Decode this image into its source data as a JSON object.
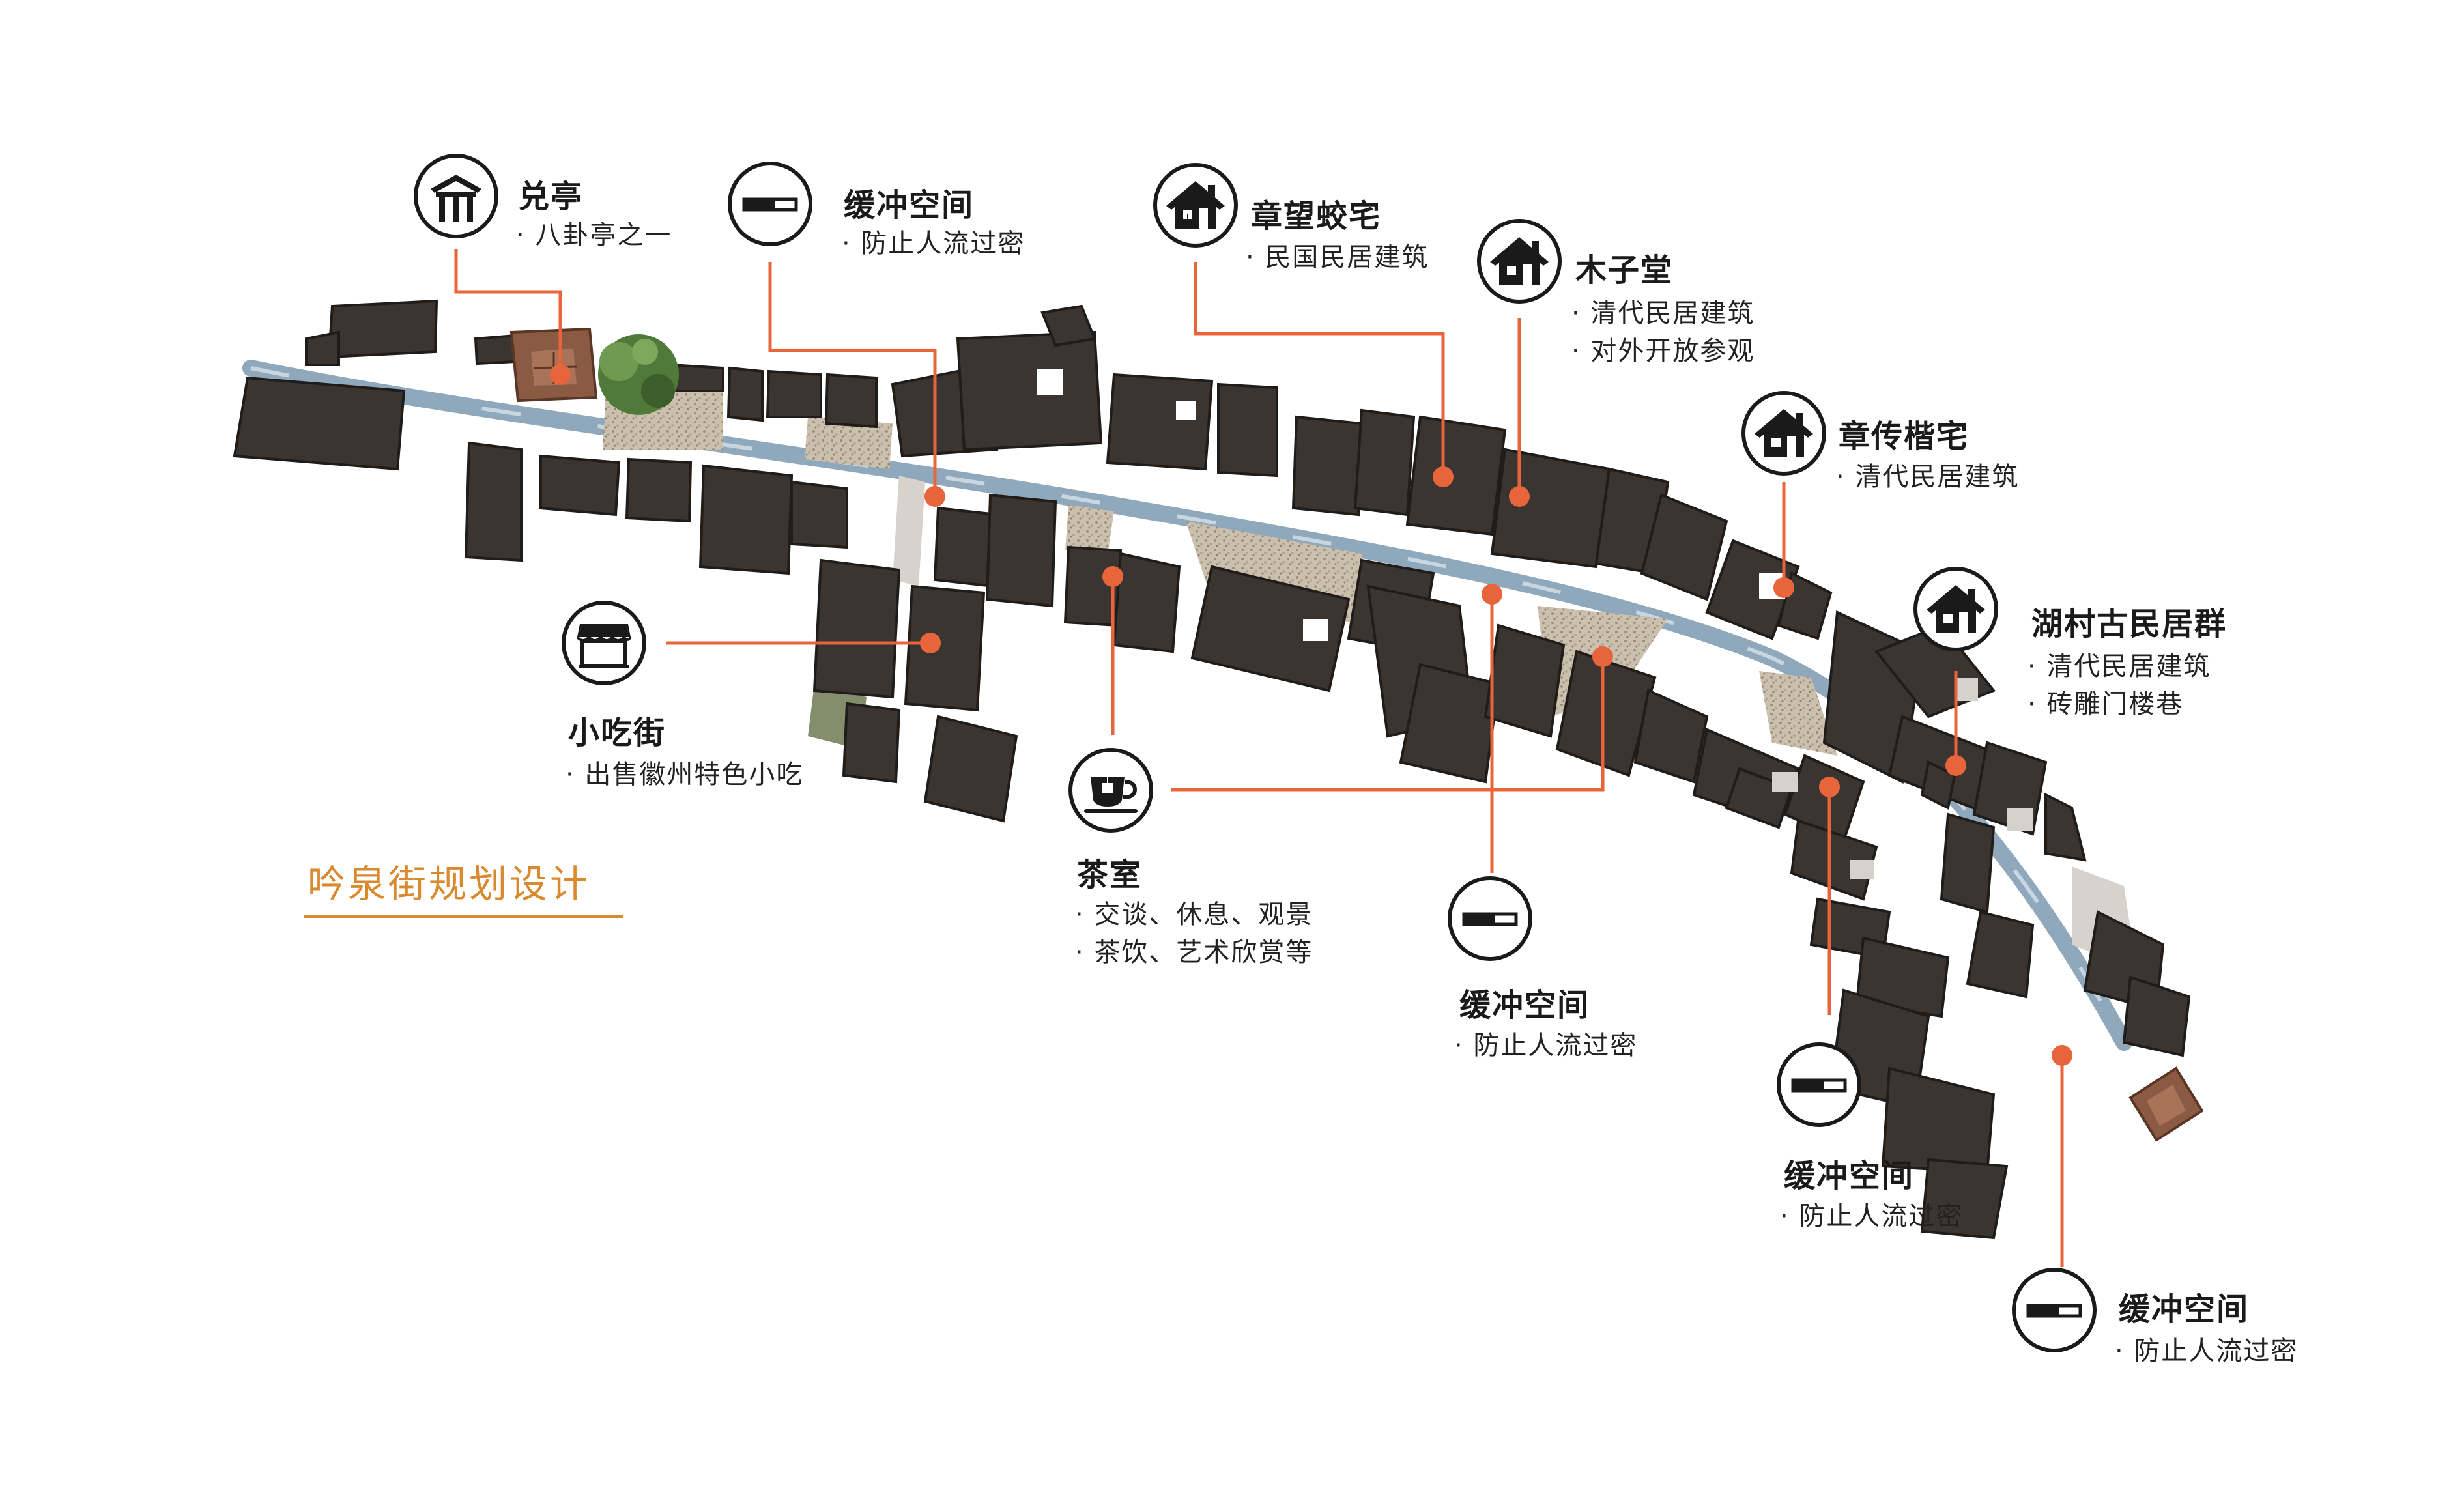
{
  "page": {
    "title": "吟泉街规划设计"
  },
  "colors": {
    "accent": "#e8643a",
    "title": "#d98a2e",
    "roof": "#3a3531",
    "water": "#8fa8bc",
    "paving": "#c6b8a5",
    "pavilion": "#8a5a43",
    "tree": "#4f7a3a",
    "ink": "#1a1a1a"
  },
  "annotations": [
    {
      "id": "duiting",
      "icon": "pavilion-icon",
      "title": "兑亭",
      "lines": [
        "· 八卦亭之一"
      ]
    },
    {
      "id": "buffer1",
      "icon": "buffer-icon",
      "title": "缓冲空间",
      "lines": [
        "· 防止人流过密"
      ]
    },
    {
      "id": "zhangwang",
      "icon": "house-icon",
      "title": "章望蛟宅",
      "lines": [
        "· 民国民居建筑"
      ]
    },
    {
      "id": "muzitang",
      "icon": "house-icon",
      "title": "木子堂",
      "lines": [
        "· 清代民居建筑",
        "· 对外开放参观"
      ]
    },
    {
      "id": "zhangchuan",
      "icon": "house-icon",
      "title": "章传楷宅",
      "lines": [
        "· 清代民居建筑"
      ]
    },
    {
      "id": "hucun",
      "icon": "house-icon",
      "title": "湖村古民居群",
      "lines": [
        "· 清代民居建筑",
        "· 砖雕门楼巷"
      ]
    },
    {
      "id": "snack",
      "icon": "shop-icon",
      "title": "小吃街",
      "lines": [
        "· 出售徽州特色小吃"
      ]
    },
    {
      "id": "teahouse",
      "icon": "teacup-icon",
      "title": "茶室",
      "lines": [
        "· 交谈、休息、观景",
        "· 茶饮、艺术欣赏等"
      ]
    },
    {
      "id": "buffer2",
      "icon": "buffer-icon",
      "title": "缓冲空间",
      "lines": [
        "· 防止人流过密"
      ]
    },
    {
      "id": "buffer3",
      "icon": "buffer-icon",
      "title": "缓冲空间",
      "lines": [
        "· 防止人流过密"
      ]
    },
    {
      "id": "buffer4",
      "icon": "buffer-icon",
      "title": "缓冲空间",
      "lines": [
        "· 防止人流过密"
      ]
    }
  ]
}
